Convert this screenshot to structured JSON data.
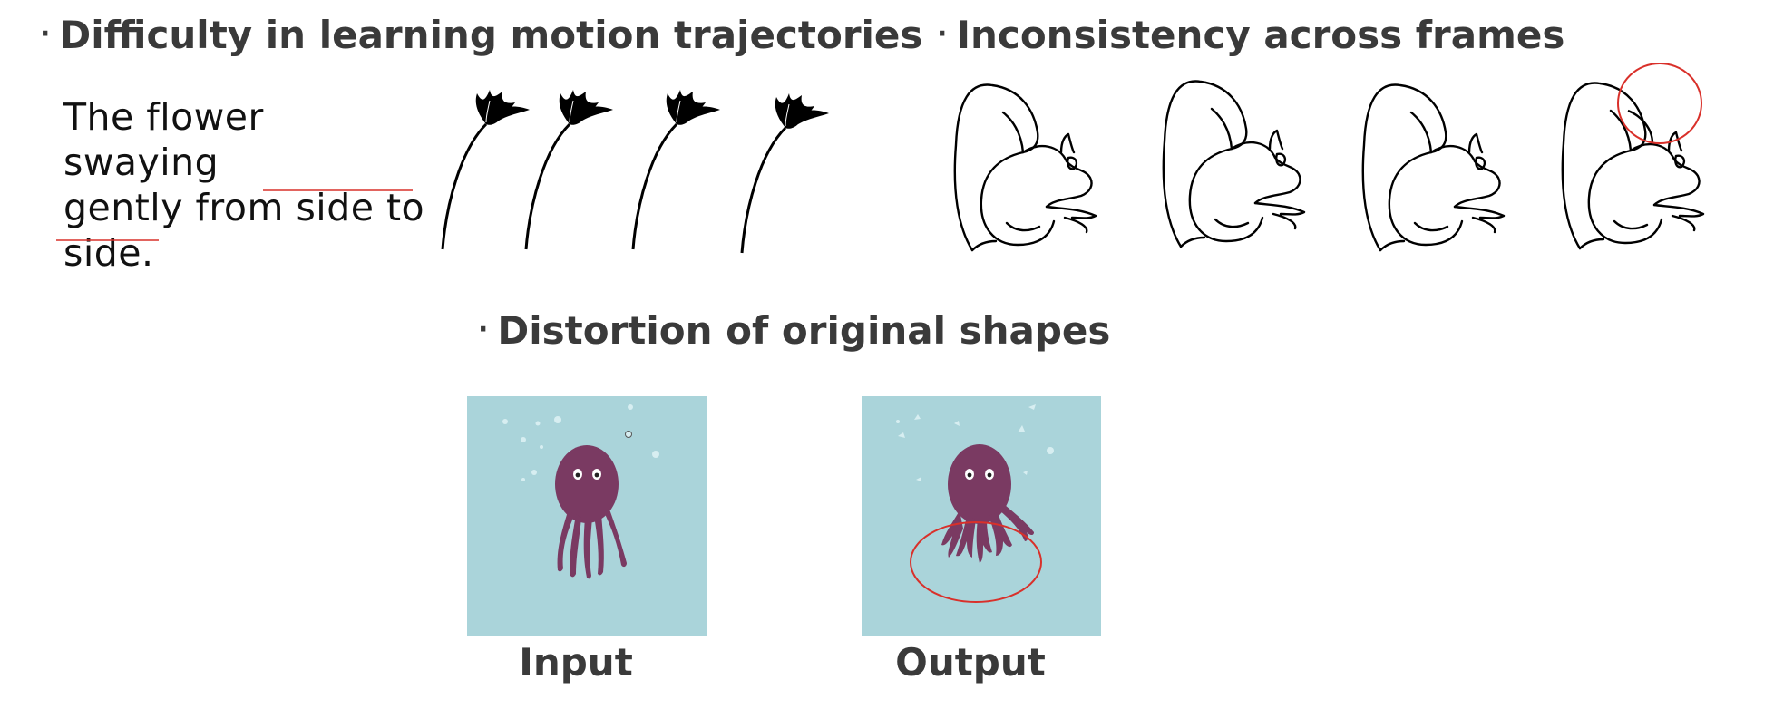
{
  "sections": {
    "motion": {
      "bullet": "·",
      "title": "Difficulty in learning motion trajectories"
    },
    "consistency": {
      "bullet": "·",
      "title": "Inconsistency across frames"
    },
    "distortion": {
      "bullet": "·",
      "title": "Distortion of original shapes"
    }
  },
  "caption": {
    "lines": [
      "The flower swaying",
      "gently from side to",
      "side."
    ]
  },
  "panels": {
    "input_label": "Input",
    "output_label": "Output"
  },
  "colors": {
    "heading": "#3a3a3a",
    "highlight_red": "#d9302a",
    "panel_background": "#aad4da",
    "octopus": "#7a3a62"
  },
  "icons": {
    "flower": "flower-sketch",
    "squirrel": "squirrel-sketch",
    "octopus": "octopus-illustration"
  }
}
